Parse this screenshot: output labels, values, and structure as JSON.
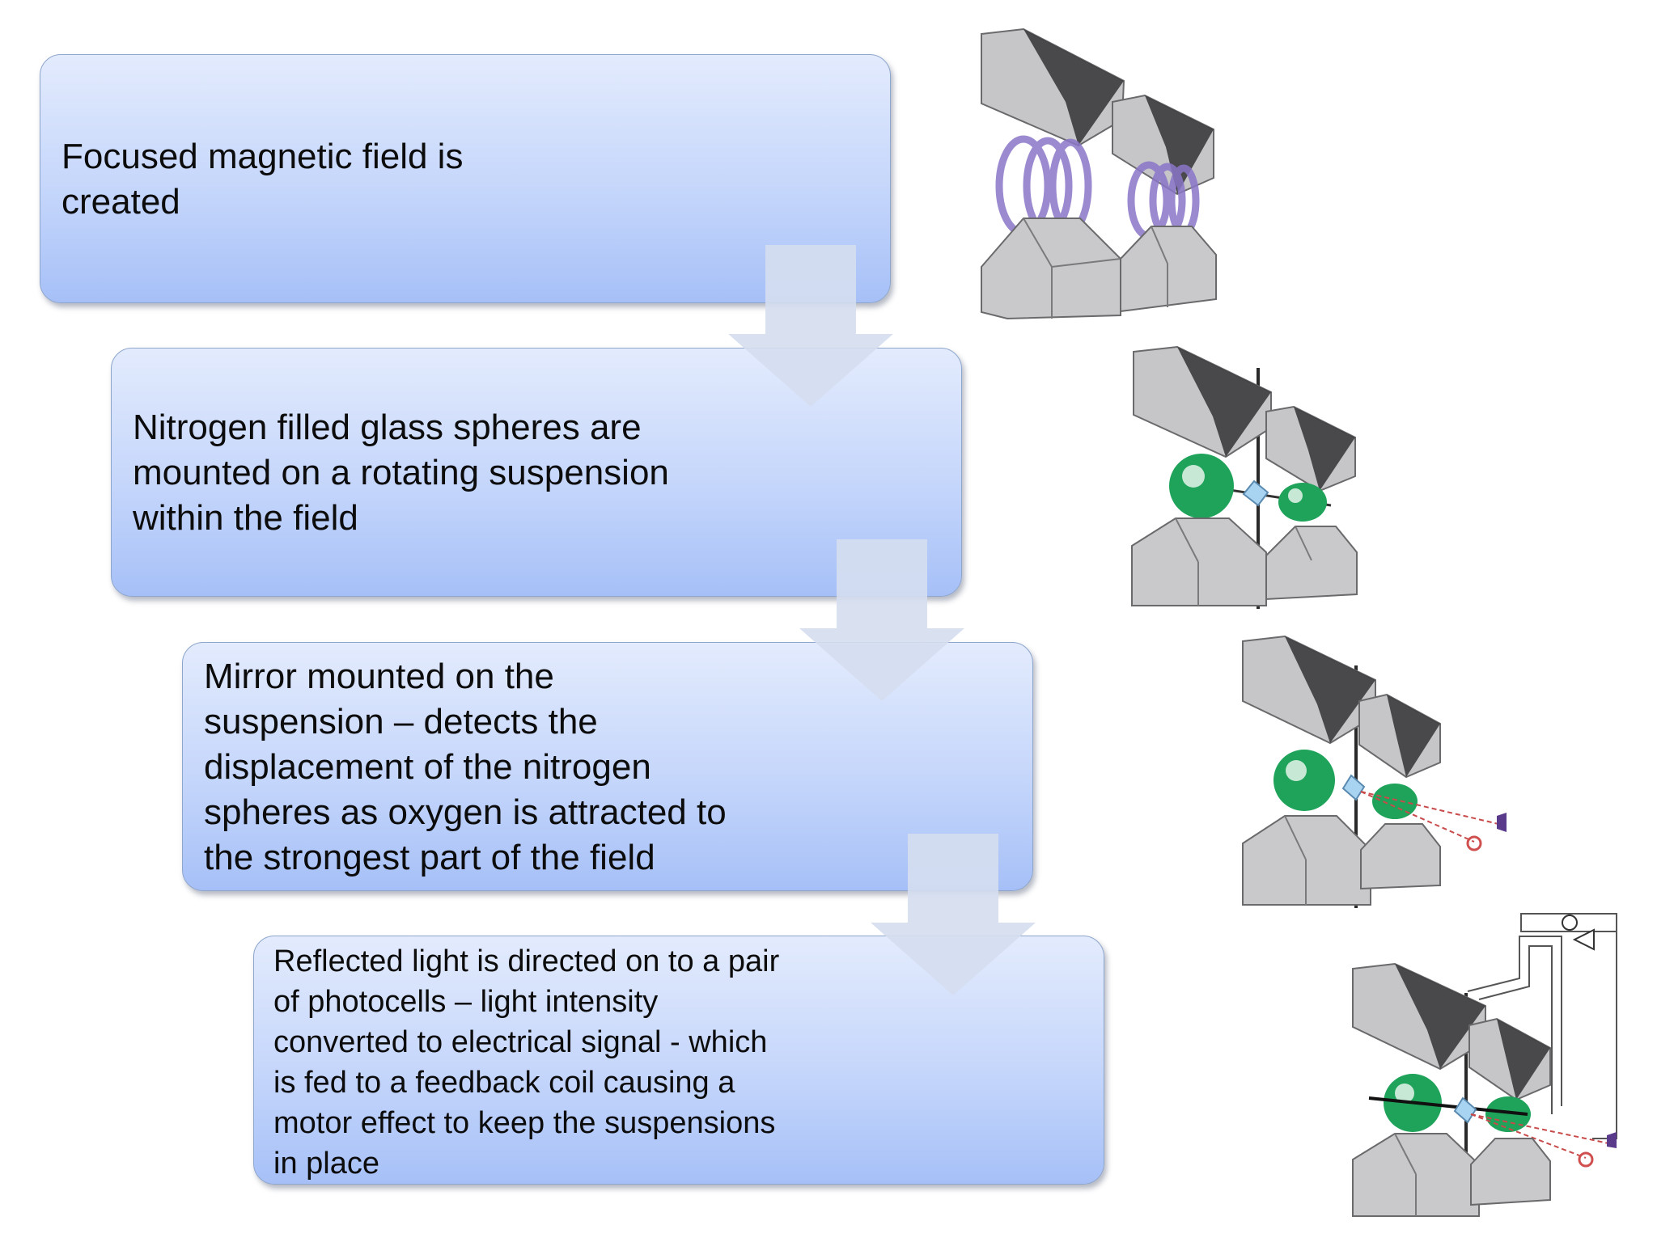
{
  "steps": [
    {
      "text": "Focused magnetic field is\ncreated"
    },
    {
      "text": "Nitrogen filled glass spheres are\nmounted on a rotating suspension\nwithin the field"
    },
    {
      "text": "Mirror mounted on the\nsuspension – detects the\ndisplacement of the nitrogen\nspheres as oxygen is attracted to\nthe strongest part of the field"
    },
    {
      "text": "Reflected light is directed on to a pair\nof photocells – light intensity\nconverted to electrical signal -  which\nis fed to a feedback coil causing a\nmotor effect to keep the suspensions\nin place"
    }
  ],
  "colors": {
    "box_top": "#e3ebfd",
    "box_bottom": "#a6c0f7",
    "box_border": "#8ea6cc",
    "arrow": "#d5deef",
    "magnet_top": "#c4c4c6",
    "magnet_face": "#3a3a3c",
    "magnet_body": "#c9c9cb",
    "field_lines": "#8a76c8",
    "sphere": "#1fa35a",
    "light_beam": "#d04040"
  }
}
